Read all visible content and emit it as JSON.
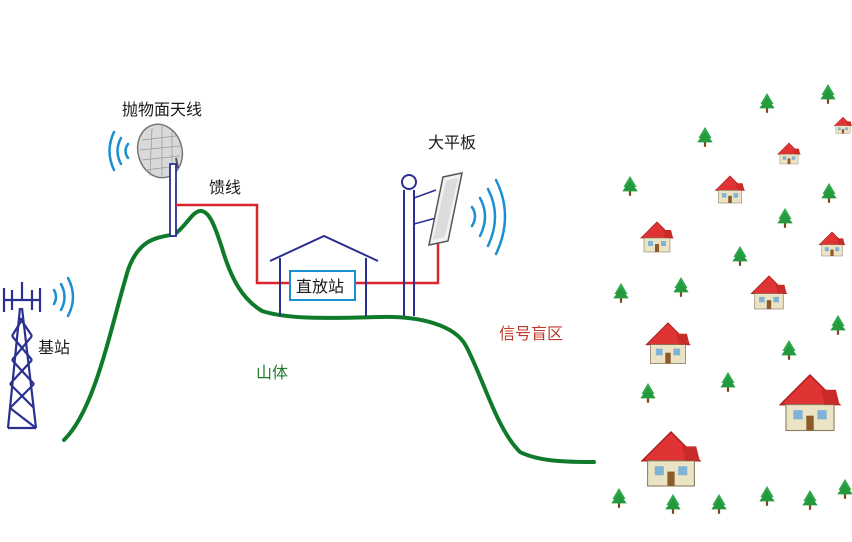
{
  "labels": {
    "parabolic_antenna": "抛物面天线",
    "feeder": "馈线",
    "panel_antenna": "大平板",
    "base_station": "基站",
    "repeater_station": "直放站",
    "mountain": "山体",
    "blind_zone": "信号盲区"
  },
  "colors": {
    "mountain": "#0f7a2a",
    "feeder": "#d9262c",
    "structure": "#2b2f8f",
    "signal": "#1a8fd1",
    "tree": "#2ea84a",
    "roof": "#e03434",
    "wall": "#e8e0c8",
    "text_red": "#c0392b",
    "text_green": "#1f7a2e"
  },
  "icons": {
    "base_tower": "lattice-tower-icon",
    "dish": "parabolic-dish-icon",
    "panel": "panel-antenna-icon",
    "house": "house-icon",
    "tree": "tree-icon",
    "waves": "signal-waves-icon"
  }
}
